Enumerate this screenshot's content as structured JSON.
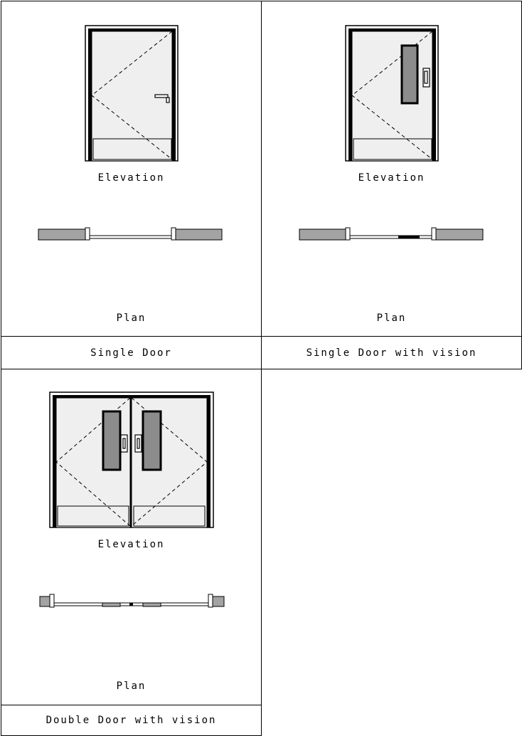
{
  "cells": [
    {
      "elevation_label": "Elevation",
      "plan_label": "Plan",
      "caption": "Single Door"
    },
    {
      "elevation_label": "Elevation",
      "plan_label": "Plan",
      "caption": "Single Door with vision"
    },
    {
      "elevation_label": "Elevation",
      "plan_label": "Plan",
      "caption": "Double Door with vision"
    }
  ]
}
